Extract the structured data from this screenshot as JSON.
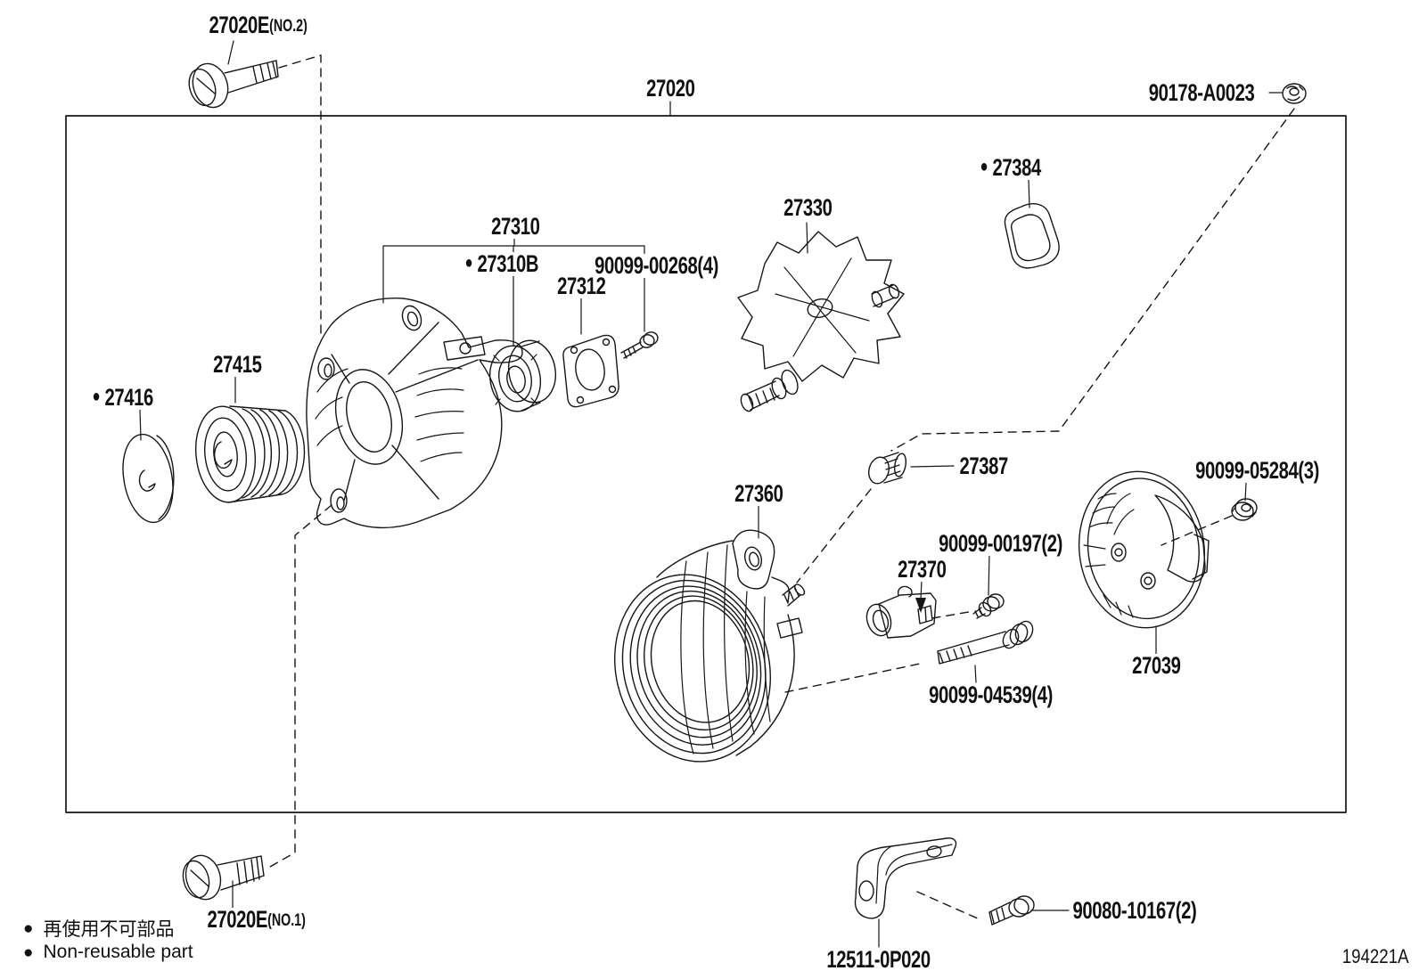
{
  "meta": {
    "drawing_code": "194221A"
  },
  "legend": {
    "marker": "●",
    "jp": "再使用不可部品",
    "en": "Non-reusable part"
  },
  "labels": {
    "bolt_no2": {
      "part": "27020E",
      "suffix": "(NO.2)"
    },
    "assembly": {
      "part": "27020"
    },
    "nut_90178": {
      "part": "90178-A0023"
    },
    "seal_27384": {
      "marker": "●",
      "part": "27384"
    },
    "rotor_27330": {
      "part": "27330"
    },
    "frame_27310": {
      "part": "27310"
    },
    "bearing_27310b": {
      "marker": "●",
      "part": "27310B"
    },
    "bolt_90099_00268": {
      "part": "90099-00268(4)"
    },
    "retainer_27312": {
      "part": "27312"
    },
    "pulley_27415": {
      "part": "27415"
    },
    "cap_27416": {
      "marker": "●",
      "part": "27416"
    },
    "plug_27387": {
      "part": "27387"
    },
    "housing_27360": {
      "part": "27360"
    },
    "nut_90099_05284": {
      "part": "90099-05284(3)"
    },
    "bolt_90099_00197": {
      "part": "90099-00197(2)"
    },
    "connector_27370": {
      "part": "27370"
    },
    "cover_27039": {
      "part": "27039"
    },
    "bolt_90099_04539": {
      "part": "90099-04539(4)"
    },
    "bolt_no1": {
      "part": "27020E",
      "suffix": "(NO.1)"
    },
    "bolt_90080": {
      "part": "90080-10167(2)"
    },
    "bracket_12511": {
      "part": "12511-0P020"
    }
  }
}
